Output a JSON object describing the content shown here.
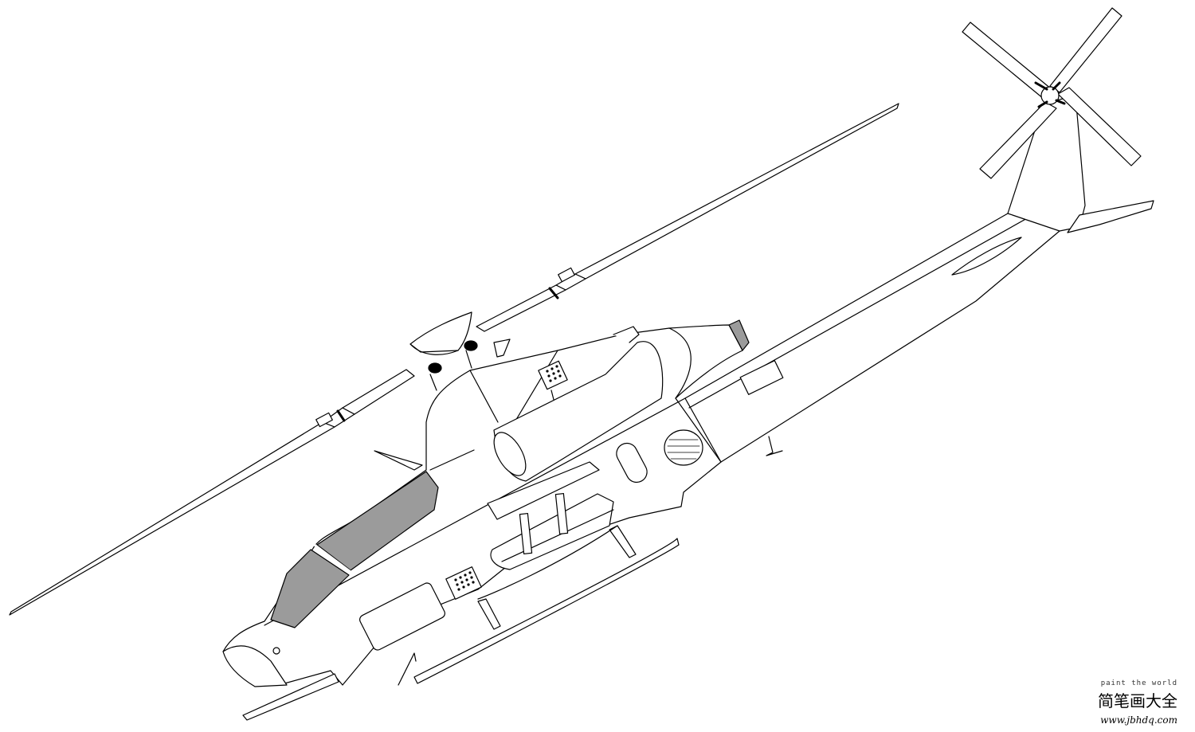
{
  "illustration": {
    "subject": "attack-helicopter-line-art",
    "stroke_color": "#000000",
    "fill_color": "#ffffff",
    "canopy_color": "#9b9b9b"
  },
  "watermark": {
    "tagline": "paint the world",
    "site_name": "简笔画大全",
    "url": "www.jbhdq.com"
  }
}
